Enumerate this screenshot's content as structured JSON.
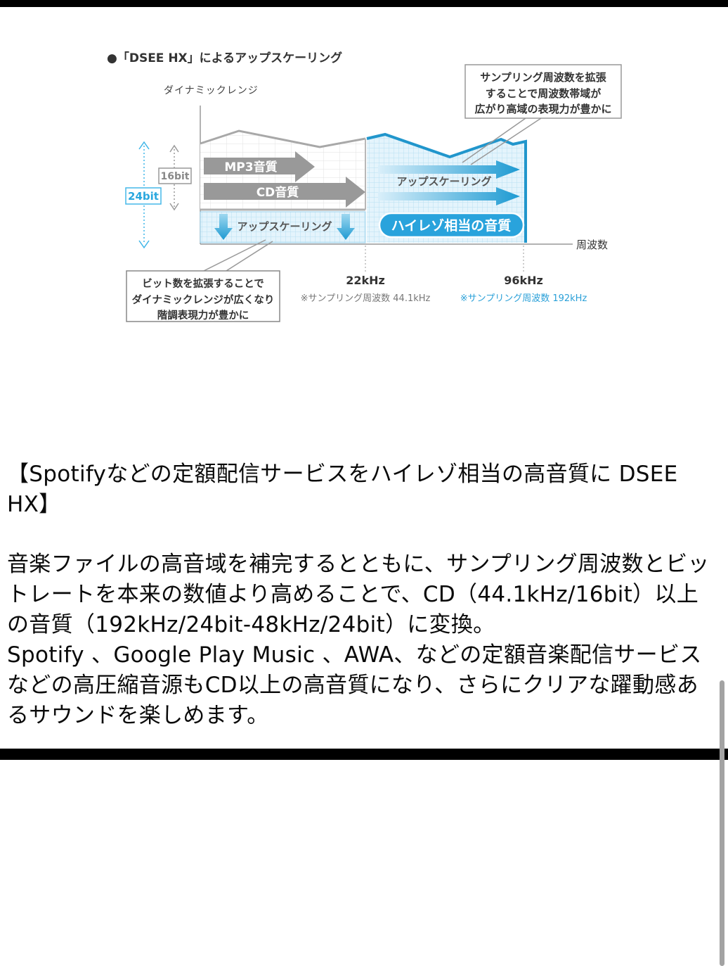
{
  "page": {
    "background": "#ffffff",
    "letterbox_color": "#000000"
  },
  "diagram": {
    "title": "●「DSEE HX」によるアップスケーリング",
    "y_axis_label": "ダイナミックレンジ",
    "x_axis_label": "周波数",
    "bit16_label": "16bit",
    "bit24_label": "24bit",
    "mp3_arrow_label": "MP3音質",
    "cd_arrow_label": "CD音質",
    "upscaling_left_label": "アップスケーリング",
    "upscaling_right_label": "アップスケーリング",
    "hires_badge_label": "ハイレゾ相当の音質",
    "callout_top_right": {
      "line1": "サンプリング周波数を拡張",
      "line2": "することで周波数帯域が",
      "line3": "広がり高域の表現力が豊かに"
    },
    "callout_bottom_left": {
      "line1": "ビット数を拡張することで",
      "line2": "ダイナミックレンジが広くなり",
      "line3": "階調表現力が豊かに"
    },
    "tick_22k": {
      "label": "22kHz",
      "note": "※サンプリング周波数 44.1kHz"
    },
    "tick_96k": {
      "label": "96kHz",
      "note": "※サンプリング周波数 192kHz"
    },
    "colors": {
      "accent_blue": "#2196cc",
      "badge_blue": "#29a3dc",
      "note_blue": "#2aa0d8",
      "hatch_bg": "#e4f4fc",
      "hatch_line": "#b9e0f2",
      "gray_arrow": "#999999",
      "cyan_24bit": "#3db5e8"
    }
  },
  "body_text": {
    "heading": "【Spotifyなどの定額配信サービスをハイレゾ相当の高音質に DSEE HX】",
    "paragraph1": "音楽ファイルの高音域を補完するとともに、サンプリング周波数とビットレートを本来の数値より高めることで、CD（44.1kHz/16bit）以上の音質（192kHz/24bit-48kHz/24bit）に変換。",
    "paragraph2": "Spotify 、Google Play Music 、AWA、などの定額音楽配信サービスなどの高圧縮音源もCD以上の高音質になり、さらにクリアな躍動感あるサウンドを楽しめます。"
  }
}
